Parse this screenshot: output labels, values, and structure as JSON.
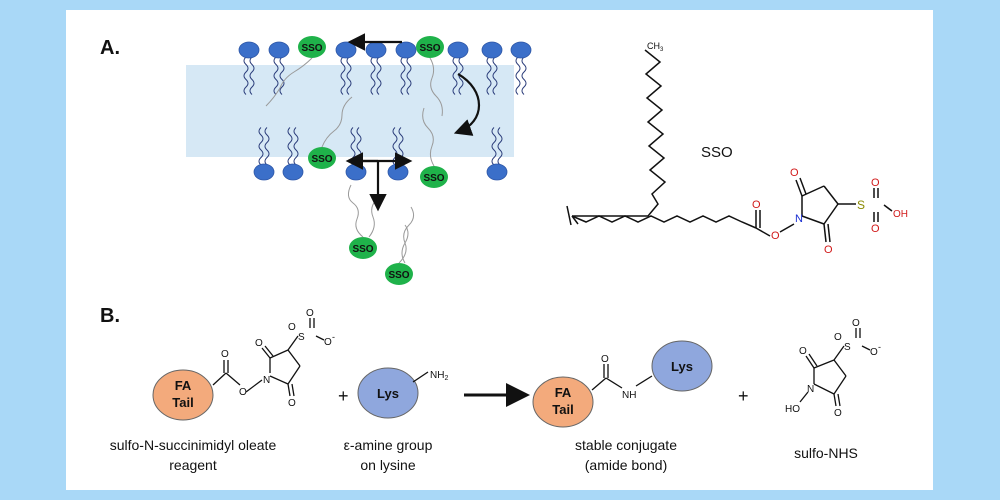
{
  "panelA": {
    "label": "A.",
    "sso_text": "SSO",
    "molecule_title": "SSO",
    "ch3": "CH",
    "ch3_sub": "3",
    "atom_O": "O",
    "atom_N": "N",
    "atom_S": "S",
    "atom_OH": "OH"
  },
  "panelB": {
    "label": "B.",
    "fa": "FA",
    "tail": "Tail",
    "lys": "Lys",
    "nh2": "NH",
    "nh2_sub": "2",
    "nh": "NH",
    "ho": "HO",
    "plus": "+",
    "s_minus_label": "S",
    "o_minus": "O",
    "minus": "-",
    "caption1_line1": "sulfo-N-succinimidyl oleate",
    "caption1_line2": "reagent",
    "caption2_line1": "ε-amine group",
    "caption2_line2": "on lysine",
    "caption3_line1": "stable conjugate",
    "caption3_line2": "(amide bond)",
    "caption4": "sulfo-NHS"
  },
  "colors": {
    "background": "#a9d8f7",
    "membrane": "#d6e8f5",
    "lipid_head": "#3b6fc9",
    "sso_head": "#1fb24a",
    "fa_tail": "#f3aa7c",
    "lys": "#8fa7dd",
    "oxygen": "#d11a1a",
    "sulfur": "#8a8a00",
    "nitrogen": "#1a2fd1"
  }
}
